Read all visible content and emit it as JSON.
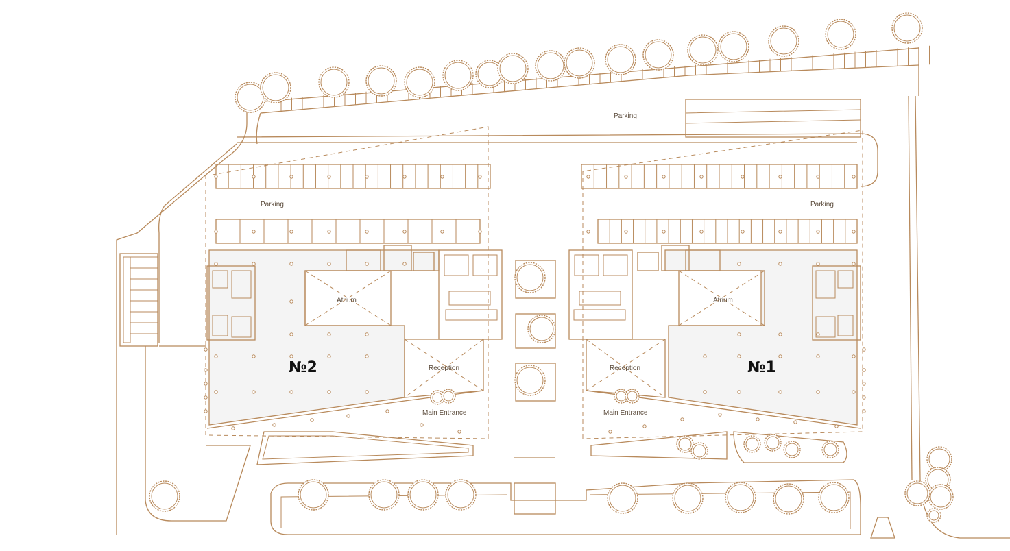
{
  "labels": {
    "parking_top": "Parking",
    "parking_left": "Parking",
    "parking_right": "Parking",
    "atrium_left": "Atrium",
    "atrium_right": "Atrium",
    "reception_left": "Reception",
    "reception_right": "Reception",
    "entrance_left": "Main Entrance",
    "entrance_right": "Main Entrance"
  },
  "buildings": {
    "left_number": "№2",
    "right_number": "№1"
  },
  "colors": {
    "line": "#b88a5c",
    "building_fill": "#f4f4f4",
    "text": "#5a4a3a",
    "number": "#111111"
  }
}
